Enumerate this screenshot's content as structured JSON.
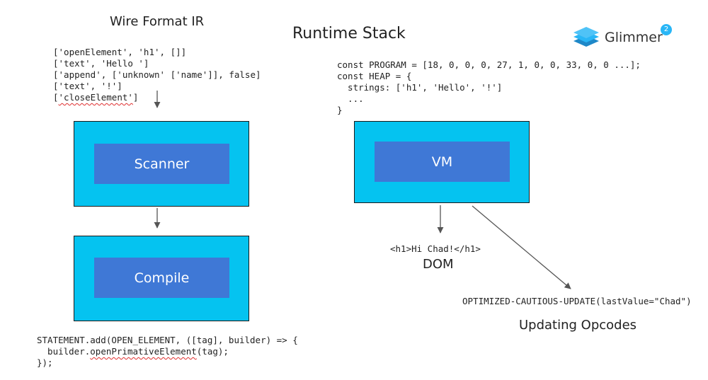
{
  "titles": {
    "wire_format": "Wire Format IR",
    "runtime_stack": "Runtime Stack",
    "dom": "DOM",
    "updating_opcodes": "Updating Opcodes"
  },
  "logo": {
    "text": "Glimmer",
    "badge": "2",
    "icon": "stacked-layers-icon"
  },
  "wire_code": {
    "lines": [
      "['openElement', 'h1', []]",
      "['text', 'Hello ']",
      "['append', ['unknown' ['name']], false]",
      "['text', '!']"
    ],
    "last_prefix": "[",
    "last_word": "'closeElement'",
    "last_suffix": "]"
  },
  "boxes": {
    "scanner": "Scanner",
    "compile": "Compile",
    "vm": "VM"
  },
  "program_code": {
    "lines": [
      "const PROGRAM = [18, 0, 0, 0, 27, 1, 0, 0, 33, 0, 0 ...];",
      "const HEAP = {",
      "  strings: ['h1', 'Hello', '!']",
      "  ...",
      "}"
    ]
  },
  "statement_code": {
    "line1": "STATEMENT.add(OPEN_ELEMENT, ([tag], builder) => {",
    "line2_prefix": "  builder.",
    "line2_word": "openPrimativeElement",
    "line2_suffix": "(tag);",
    "line3": "});"
  },
  "dom_output": "<h1>Hi Chad!</h1>",
  "update_opcode": "OPTIMIZED-CAUTIOUS-UPDATE(lastValue=\"Chad\")",
  "colors": {
    "outer_box": "#05C3F0",
    "inner_box": "#3F78D6",
    "arrow": "#555555",
    "badge": "#29B6F6"
  }
}
